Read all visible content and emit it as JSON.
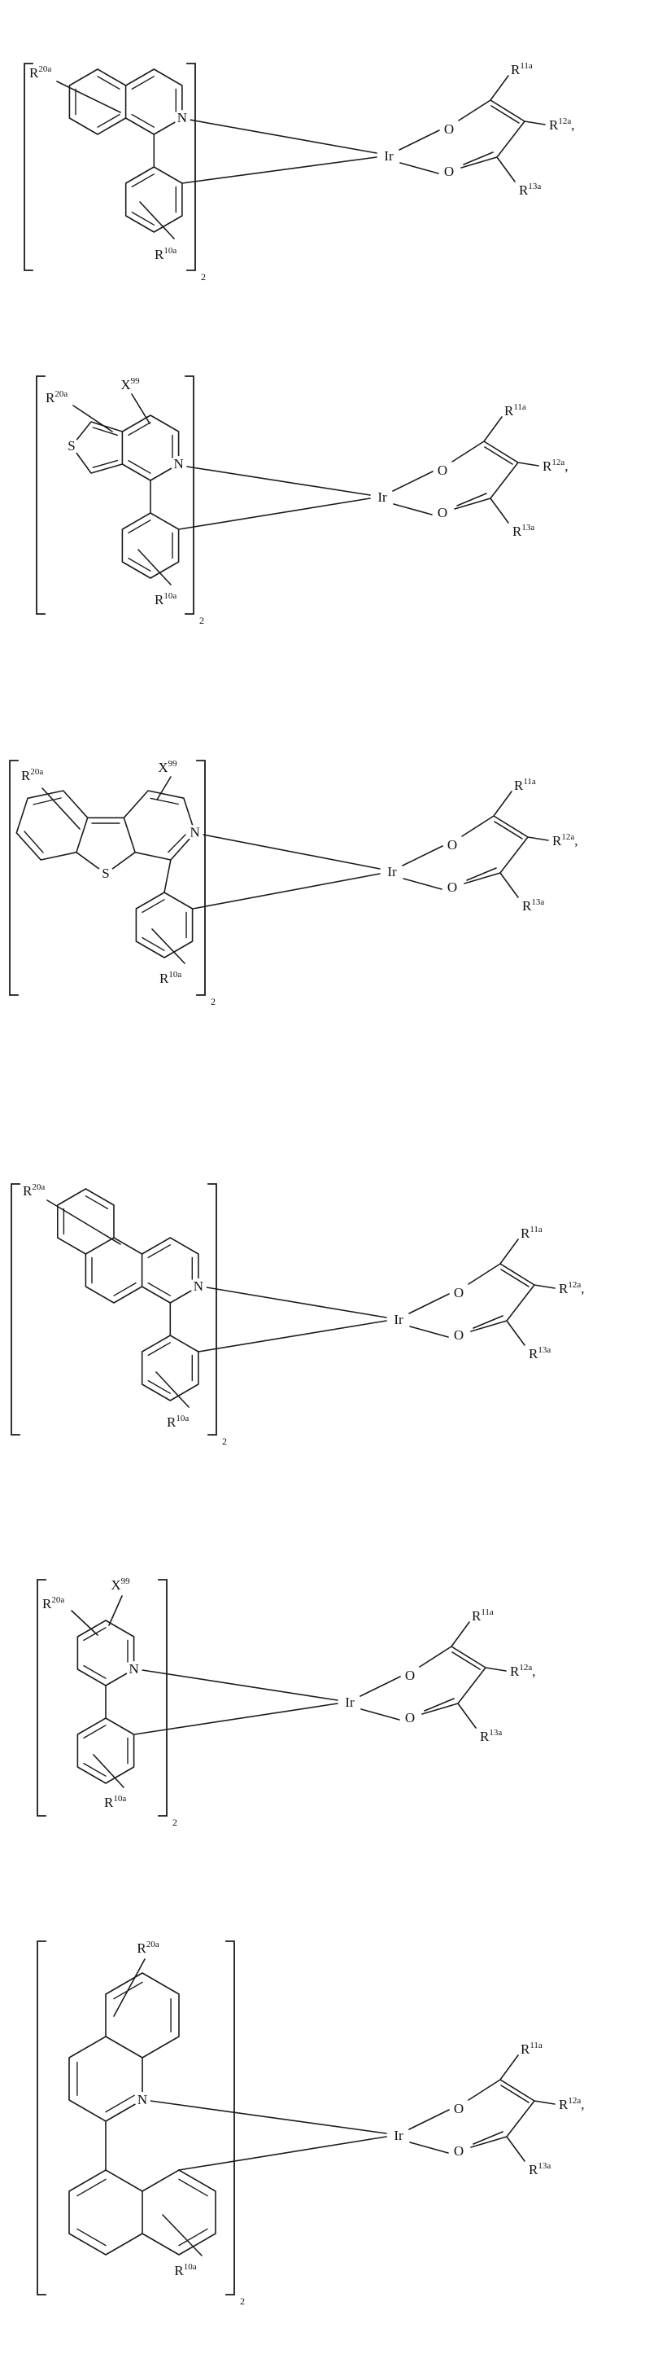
{
  "labels": {
    "iridium": "Ir",
    "nitrogen": "N",
    "oxygen": "O",
    "sulfur": "S",
    "r_base": "R",
    "x_base": "X",
    "sup_10a": "10a",
    "sup_11a": "11a",
    "sup_12a": "12a",
    "sup_13a": "13a",
    "sup_20a": "20a",
    "sup_99": "99",
    "bracket_subscript": "2",
    "comma": ","
  },
  "structures": [
    {
      "index": 1,
      "metal": "Ir",
      "heteroatoms": [
        "N"
      ],
      "ring_substituents": [
        "R20a",
        "R10a"
      ],
      "acac_substituents": [
        "R11a",
        "R12a",
        "R13a"
      ],
      "bracket_subscript": "2",
      "trailing_punctuation": ","
    },
    {
      "index": 2,
      "metal": "Ir",
      "heteroatoms": [
        "N",
        "S"
      ],
      "variable_position_label": "X99",
      "ring_substituents": [
        "R20a",
        "R10a"
      ],
      "acac_substituents": [
        "R11a",
        "R12a",
        "R13a"
      ],
      "bracket_subscript": "2",
      "trailing_punctuation": ","
    },
    {
      "index": 3,
      "metal": "Ir",
      "heteroatoms": [
        "N",
        "S"
      ],
      "variable_position_label": "X99",
      "ring_substituents": [
        "R20a",
        "R10a"
      ],
      "acac_substituents": [
        "R11a",
        "R12a",
        "R13a"
      ],
      "bracket_subscript": "2",
      "trailing_punctuation": ","
    },
    {
      "index": 4,
      "metal": "Ir",
      "heteroatoms": [
        "N"
      ],
      "ring_substituents": [
        "R20a",
        "R10a"
      ],
      "acac_substituents": [
        "R11a",
        "R12a",
        "R13a"
      ],
      "bracket_subscript": "2",
      "trailing_punctuation": ","
    },
    {
      "index": 5,
      "metal": "Ir",
      "heteroatoms": [
        "N"
      ],
      "variable_position_label": "X99",
      "ring_substituents": [
        "R20a",
        "R10a"
      ],
      "acac_substituents": [
        "R11a",
        "R12a",
        "R13a"
      ],
      "bracket_subscript": "2",
      "trailing_punctuation": ","
    },
    {
      "index": 6,
      "metal": "Ir",
      "heteroatoms": [
        "N"
      ],
      "ring_substituents": [
        "R20a",
        "R10a"
      ],
      "acac_substituents": [
        "R11a",
        "R12a",
        "R13a"
      ],
      "bracket_subscript": "2",
      "trailing_punctuation": ","
    }
  ]
}
